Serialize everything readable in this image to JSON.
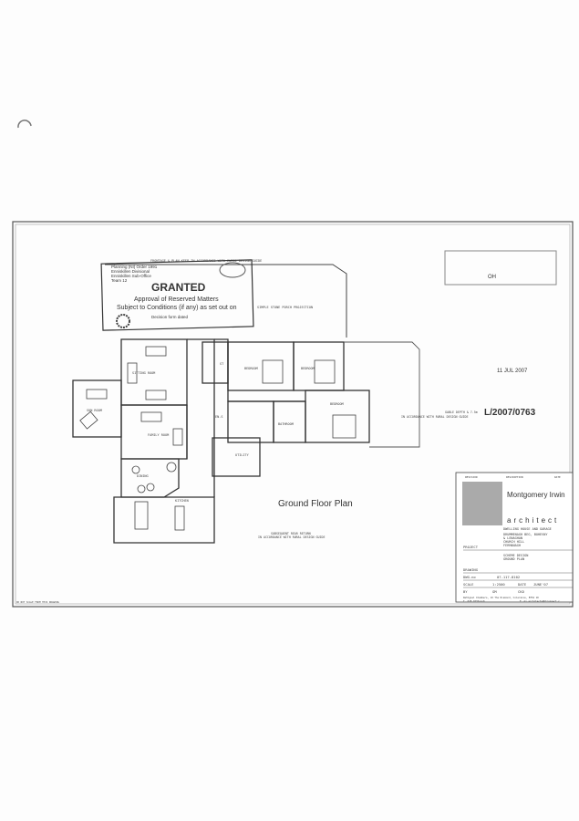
{
  "stamp": {
    "header_lines": [
      "Planning (NI) Order 1991",
      "Enniskillen Divisional",
      "Enniskillen Sub-Office",
      "Team 12"
    ],
    "title": "GRANTED",
    "line1": "Approval of Reserved Matters",
    "line2": "Subject to Conditions (if any) as set out on",
    "line3": "Decision form dated"
  },
  "reference_stamp": {
    "text": "OH"
  },
  "application_number": "L/2007/0763",
  "received_number": "11 JUL 2007",
  "plan": {
    "title": "Ground Floor Plan",
    "frontage_note": "FRONTAGE & PLAN KEEP IN ACCORDANCE WITH RURAL DESIGN GUIDE",
    "porch_note": "SIMPLE STONE PORCH PROJECTION",
    "gable_note_1": "GABLE DEPTH & 7.5m",
    "gable_note_2": "IN ACCORDANCE WITH RURAL DESIGN GUIDE",
    "rear_note_1": "SUBSEQUENT REAR RETURN",
    "rear_note_2": "IN ACCORDANCE WITH RURAL DESIGN GUIDE",
    "rooms": {
      "sitting": "SITTING ROOM",
      "sun": "SUN ROOM",
      "family": "FAMILY ROOM",
      "dining": "DINING",
      "kitchen": "KITCHEN",
      "bed1": "BEDROOM",
      "bed2": "BEDROOM",
      "bed3": "BEDROOM",
      "bathroom": "BATHROOM",
      "utility": "UTILITY",
      "ens": "EN-S",
      "st": "ST"
    }
  },
  "title_block": {
    "rev_header": "REVISION",
    "desc_header": "DESCRIPTION",
    "date_header": "DATE",
    "firm": "Montgomery Irwin",
    "firm_sub": "architect",
    "project_label": "PROJECT",
    "project_lines": [
      "DWELLING HOUSE AND GARAGE",
      "DRUMMENAGH BEG, BOHEVNY",
      "& LENAGHAN",
      "CHURCH HILL",
      "FERMANAGH"
    ],
    "drawing_label": "DRAWING",
    "drawing_lines": [
      "SCHEME DESIGN",
      "GROUND PLAN"
    ],
    "dwg_no_label": "DWG.no",
    "dwg_no": "07-117-8102",
    "scale_label": "SCALE",
    "scale": "1:2500",
    "date_label": "DATE",
    "date": "JUNE'07",
    "by_label": "BY",
    "by": "GM",
    "ckd_label": "CKD",
    "address": "Rathgoal Chambers, 10 The Diamond, Coleraine, BT52 1D",
    "phone": "T. 028 7035xxx0",
    "email": "E. mi.architects@btconnect.c"
  },
  "footer_note": "DO NOT SCALE FROM THIS DRAWING"
}
